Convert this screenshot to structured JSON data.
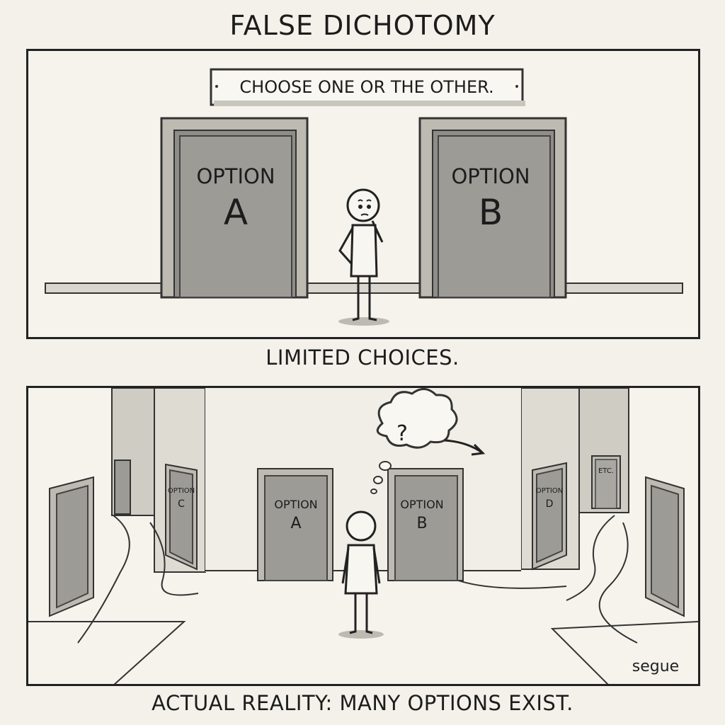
{
  "title": "FALSE DICHOTOMY",
  "panel1": {
    "sign": "CHOOSE ONE OR THE OTHER.",
    "door_a": {
      "word": "OPTION",
      "letter": "A"
    },
    "door_b": {
      "word": "OPTION",
      "letter": "B"
    },
    "caption": "LIMITED CHOICES."
  },
  "panel2": {
    "door_a": {
      "word": "OPTION",
      "letter": "A"
    },
    "door_b": {
      "word": "OPTION",
      "letter": "B"
    },
    "door_c": {
      "word": "OPTION",
      "letter": "C"
    },
    "door_d": {
      "word": "OPTION",
      "letter": "D"
    },
    "door_etc": "ETC.",
    "thought": "?",
    "signature": "segue",
    "caption": "ACTUAL REALITY: MANY OPTIONS EXIST."
  }
}
